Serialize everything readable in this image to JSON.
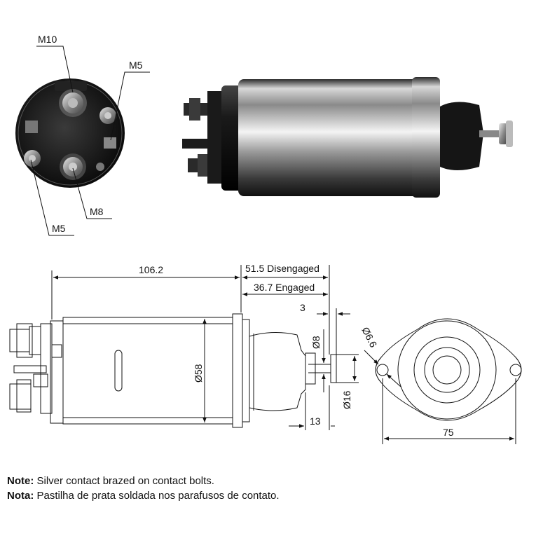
{
  "callouts": {
    "top_terminal": "M10",
    "right_terminal": "M5",
    "bottom_terminal": "M8",
    "left_terminal": "M5"
  },
  "dimensions": {
    "body_length": "106.2",
    "disengaged": "51.5 Disengaged",
    "engaged": "36.7 Engaged",
    "plunger_head": "3",
    "plunger_dia": "Ø8",
    "body_dia": "Ø58",
    "head_dia": "Ø16",
    "plunger_length": "13",
    "hole_dia": "Ø6.6",
    "hole_spacing": "75"
  },
  "notes": [
    {
      "label": "Note:",
      "text": " Silver contact brazed on contact bolts."
    },
    {
      "label": "Nota:",
      "text": " Pastilha de prata soldada nos parafusos de contato."
    }
  ]
}
